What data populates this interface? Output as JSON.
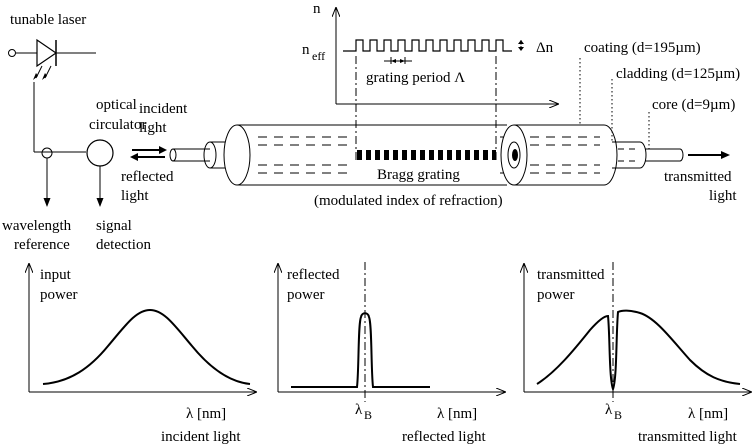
{
  "laser": {
    "label": "tunable laser"
  },
  "circulator": {
    "label_line1": "optical",
    "label_line2": "circulator"
  },
  "branches": {
    "wavelength_line1": "wavelength",
    "wavelength_line2": "reference",
    "signal_line1": "signal",
    "signal_line2": "detection"
  },
  "fiber": {
    "incident_line1": "incident",
    "incident_line2": "light",
    "reflected_line1": "reflected",
    "reflected_line2": "light",
    "transmitted_line1": "transmitted",
    "transmitted_line2": "light",
    "grating_label": "Bragg grating",
    "grating_caption": "(modulated index of refraction)",
    "coating": "coating (d=195µm)",
    "cladding": "cladding (d=125µm)",
    "core": "core (d=9µm)"
  },
  "index_profile": {
    "y_axis": "n",
    "neff_main": "n",
    "neff_sub": "eff",
    "delta_n": "Δn",
    "period": "grating period Λ"
  },
  "spectra": {
    "input": {
      "y_line1": "input",
      "y_line2": "power",
      "x_label": "λ [nm]",
      "caption": "incident light"
    },
    "reflected": {
      "y_line1": "reflected",
      "y_line2": "power",
      "x_label": "λ [nm]",
      "caption": "reflected light",
      "peak_main": "λ",
      "peak_sub": "B"
    },
    "transmitted": {
      "y_line1": "transmitted",
      "y_line2": "power",
      "x_label": "λ [nm]",
      "caption": "transmitted light",
      "notch_main": "λ",
      "notch_sub": "B"
    }
  }
}
